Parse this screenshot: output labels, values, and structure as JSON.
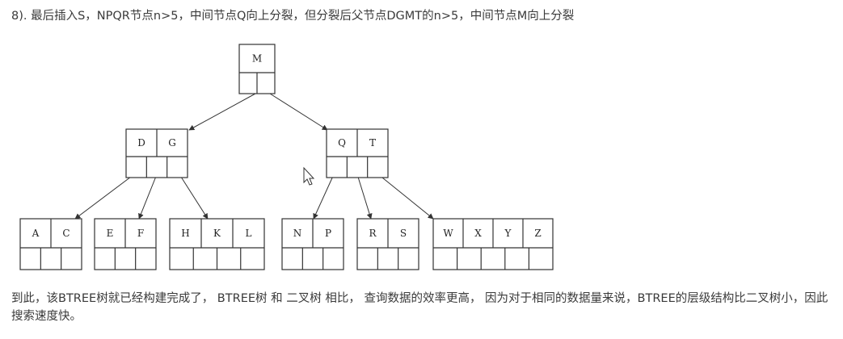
{
  "text": {
    "step": "8). 最后插入S，NPQR节点n>5，中间节点Q向上分裂，但分裂后父节点DGMT的n>5，中间节点M向上分裂",
    "conclusion": "到此，该BTREE树就已经构建完成了， BTREE树 和 二叉树 相比， 查询数据的效率更高， 因为对于相同的数据量来说，BTREE的层级结构比二叉树小，因此搜索速度快。"
  },
  "tree": {
    "root": {
      "keys": [
        "M"
      ]
    },
    "level1": [
      {
        "keys": [
          "D",
          "G"
        ]
      },
      {
        "keys": [
          "Q",
          "T"
        ]
      }
    ],
    "leaves": [
      {
        "keys": [
          "A",
          "C"
        ]
      },
      {
        "keys": [
          "E",
          "F"
        ]
      },
      {
        "keys": [
          "H",
          "K",
          "L"
        ]
      },
      {
        "keys": [
          "N",
          "P"
        ]
      },
      {
        "keys": [
          "R",
          "S"
        ]
      },
      {
        "keys": [
          "W",
          "X",
          "Y",
          "Z"
        ]
      }
    ]
  },
  "icons": {
    "cursor": "mouse-pointer-icon"
  }
}
